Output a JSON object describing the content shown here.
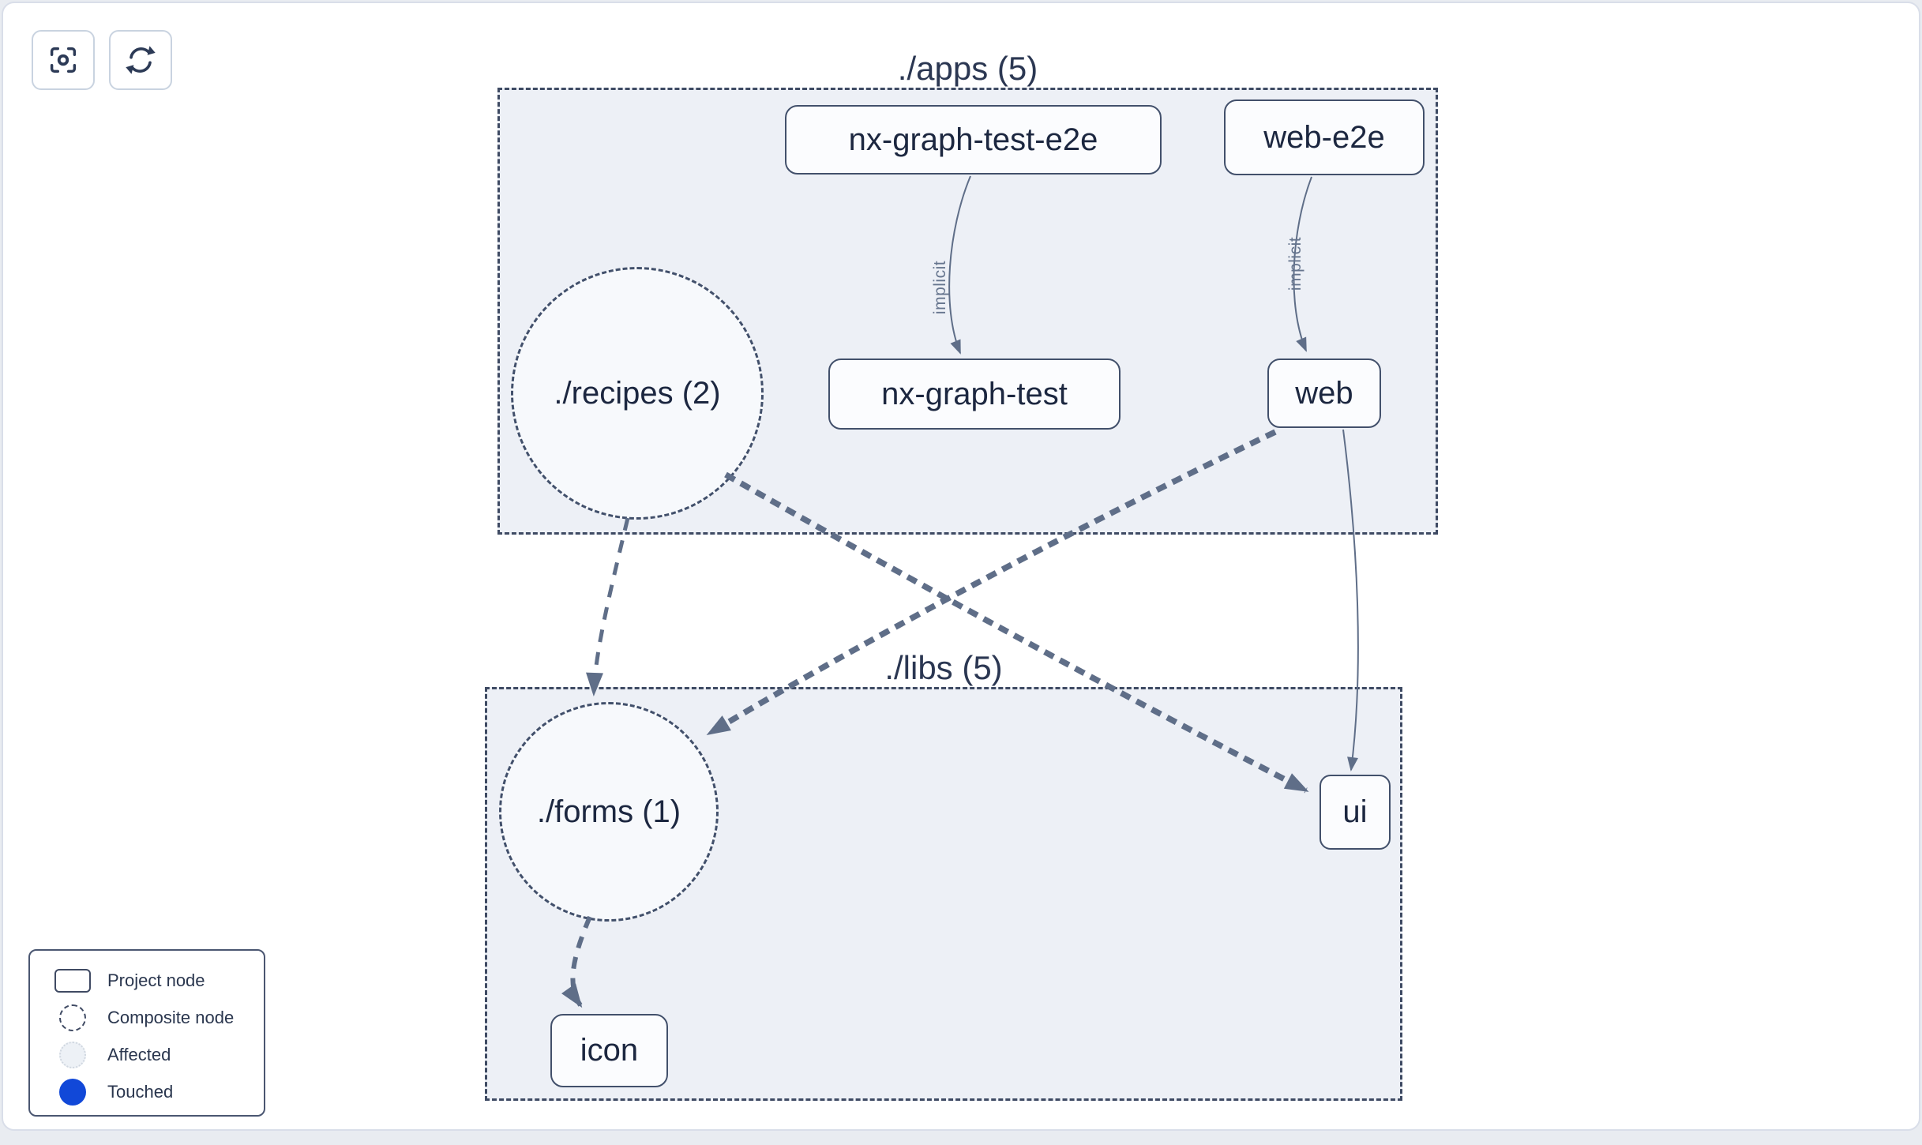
{
  "toolbar": {
    "focus_button": {
      "icon": "focus-icon"
    },
    "refresh_button": {
      "icon": "refresh-icon"
    }
  },
  "graph": {
    "groups": {
      "apps": {
        "label": "./apps (5)"
      },
      "libs": {
        "label": "./libs (5)"
      }
    },
    "nodes": {
      "nx_graph_test_e2e": {
        "label": "nx-graph-test-e2e",
        "type": "project"
      },
      "web_e2e": {
        "label": "web-e2e",
        "type": "project"
      },
      "recipes": {
        "label": "./recipes (2)",
        "type": "composite"
      },
      "nx_graph_test": {
        "label": "nx-graph-test",
        "type": "project"
      },
      "web": {
        "label": "web",
        "type": "project"
      },
      "forms": {
        "label": "./forms (1)",
        "type": "composite"
      },
      "ui": {
        "label": "ui",
        "type": "project"
      },
      "icon": {
        "label": "icon",
        "type": "project"
      }
    },
    "edges": [
      {
        "from": "nx-graph-test-e2e",
        "to": "nx-graph-test",
        "label": "implicit",
        "style": "solid"
      },
      {
        "from": "web-e2e",
        "to": "web",
        "label": "implicit",
        "style": "solid"
      },
      {
        "from": "./recipes (2)",
        "to": "./forms (1)",
        "label": "",
        "style": "dashed"
      },
      {
        "from": "./recipes (2)",
        "to": "ui",
        "label": "",
        "style": "dashed"
      },
      {
        "from": "web",
        "to": "./forms (1)",
        "label": "",
        "style": "dashed"
      },
      {
        "from": "web",
        "to": "ui",
        "label": "",
        "style": "solid"
      },
      {
        "from": "./forms (1)",
        "to": "icon",
        "label": "",
        "style": "dashed"
      }
    ]
  },
  "legend": {
    "items": [
      {
        "label": "Project node",
        "swatch": "project-rect"
      },
      {
        "label": "Composite node",
        "swatch": "dashed-circle"
      },
      {
        "label": "Affected",
        "swatch": "affected-circle"
      },
      {
        "label": "Touched",
        "swatch": "touched-circle"
      }
    ]
  },
  "colors": {
    "touched_blue": "#1148d8",
    "group_fill": "#edf0f6",
    "edge": "#5f6e88",
    "node_border": "#42506b",
    "panel_border": "#d9dee9"
  }
}
